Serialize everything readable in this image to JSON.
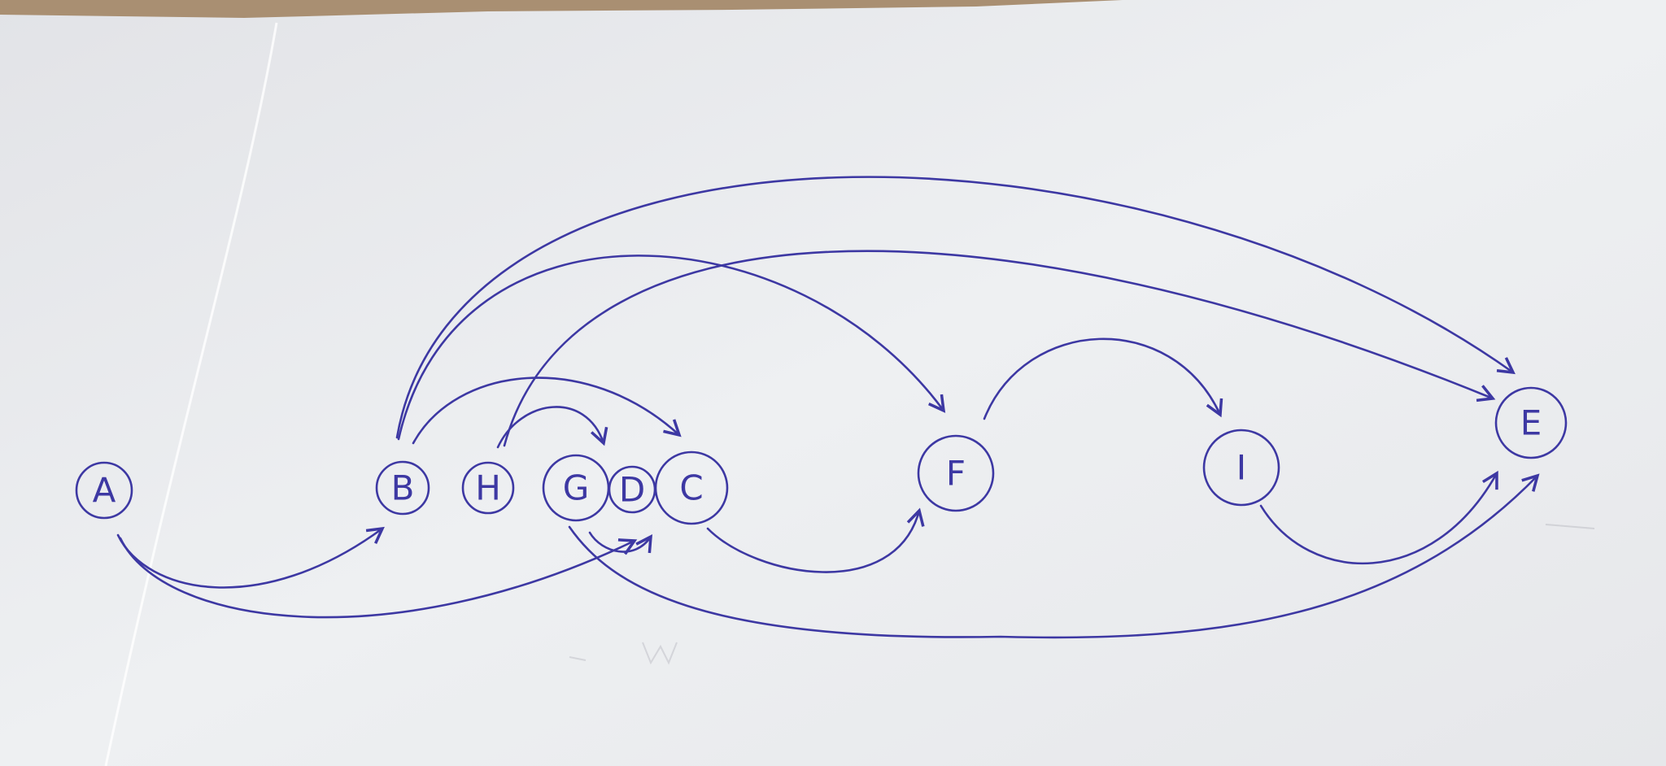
{
  "diagram": {
    "ink_color": "#3d38a3",
    "paper_color": "#ecedef",
    "nodes": [
      {
        "id": "A",
        "label": "A"
      },
      {
        "id": "B",
        "label": "B"
      },
      {
        "id": "H",
        "label": "H"
      },
      {
        "id": "G",
        "label": "G"
      },
      {
        "id": "D",
        "label": "D"
      },
      {
        "id": "C",
        "label": "C"
      },
      {
        "id": "F",
        "label": "F"
      },
      {
        "id": "I",
        "label": "I"
      },
      {
        "id": "E",
        "label": "E"
      }
    ],
    "edges": [
      {
        "from": "A",
        "to": "B"
      },
      {
        "from": "A",
        "to": "D"
      },
      {
        "from": "B",
        "to": "C"
      },
      {
        "from": "B",
        "to": "F"
      },
      {
        "from": "B",
        "to": "E"
      },
      {
        "from": "H",
        "to": "G"
      },
      {
        "from": "H",
        "to": "E"
      },
      {
        "from": "G",
        "to": "D"
      },
      {
        "from": "G",
        "to": "E"
      },
      {
        "from": "C",
        "to": "F"
      },
      {
        "from": "F",
        "to": "I"
      },
      {
        "from": "I",
        "to": "E"
      }
    ]
  }
}
